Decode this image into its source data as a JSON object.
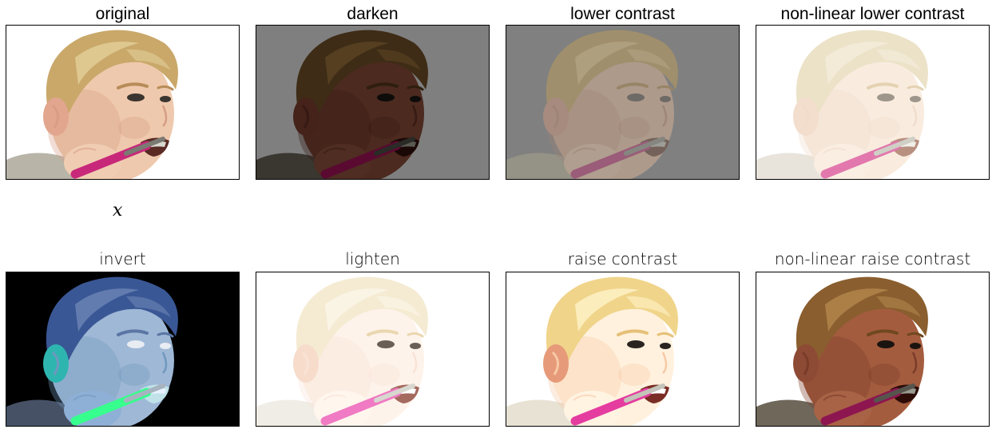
{
  "figure": {
    "panels": [
      {
        "caption": "original",
        "filter": "original",
        "bg": "#ffffff"
      },
      {
        "caption": "darken",
        "filter": "darken",
        "bg": "#7f7f7f"
      },
      {
        "caption": "lower contrast",
        "filter": "lower-contrast",
        "bg": "#808080"
      },
      {
        "caption": "non-linear lower contrast",
        "filter": "nonlinear-lower",
        "bg": "#ffffff"
      },
      {
        "caption": "invert",
        "filter": "invert",
        "bg": "#000000"
      },
      {
        "caption": "lighten",
        "filter": "lighten",
        "bg": "#ffffff"
      },
      {
        "caption": "raise contrast",
        "filter": "raise-contrast",
        "bg": "#ffffff"
      },
      {
        "caption": "non-linear raise contrast",
        "filter": "nonlinear-raise",
        "bg": "#ffffff"
      }
    ],
    "math_label": "x"
  }
}
